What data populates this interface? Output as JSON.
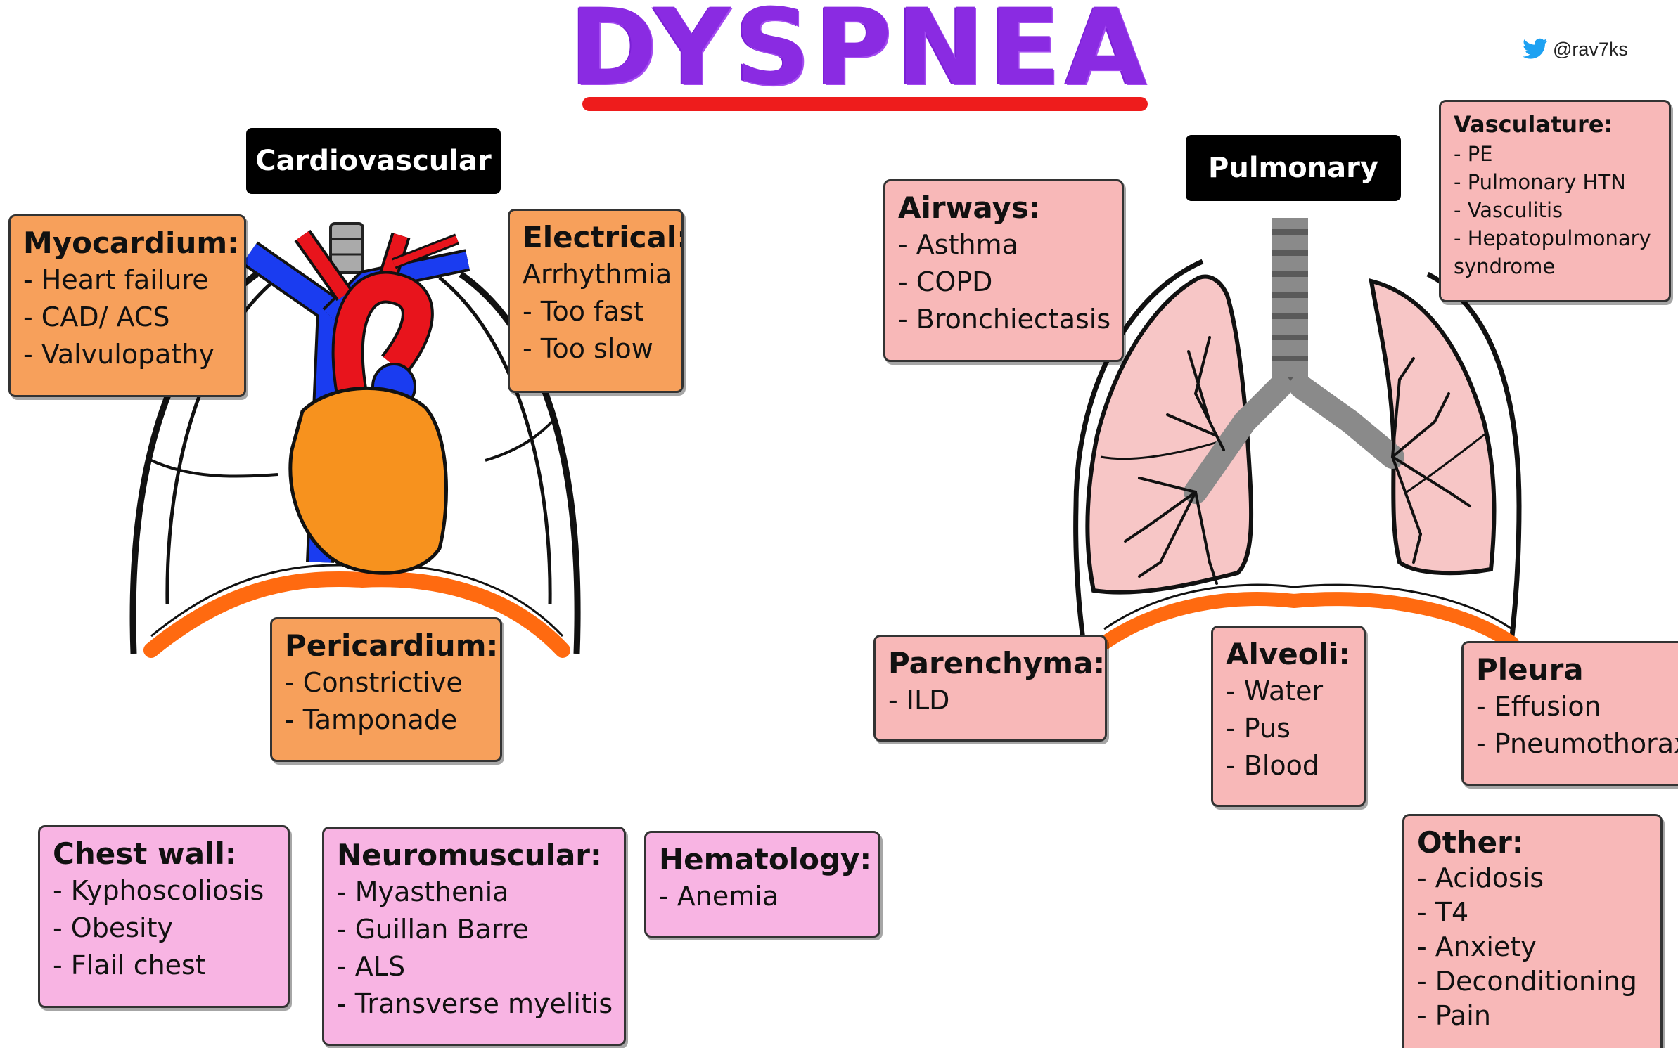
{
  "title": "DYSPNEA",
  "twitter": {
    "icon": "bird-icon",
    "handle": "@rav7ks"
  },
  "section_labels": {
    "cardiovascular": "Cardiovascular",
    "pulmonary": "Pulmonary"
  },
  "boxes": {
    "myocardium": {
      "title": "Myocardium",
      "items": [
        "Heart failure",
        "CAD/ ACS",
        "Valvulopathy"
      ]
    },
    "electrical": {
      "title": "Electrical",
      "subtitle": "Arrhythmia",
      "items": [
        "Too fast",
        "Too slow"
      ]
    },
    "pericardium": {
      "title": "Pericardium",
      "items": [
        "Constrictive",
        "Tamponade"
      ]
    },
    "airways": {
      "title": "Airways",
      "items": [
        "Asthma",
        "COPD",
        "Bronchiectasis"
      ]
    },
    "vasculature": {
      "title": "Vasculature",
      "items": [
        "PE",
        "Pulmonary HTN",
        "Vasculitis",
        "Hepatopulmonary syndrome"
      ]
    },
    "parenchyma": {
      "title": "Parenchyma",
      "items": [
        "ILD"
      ]
    },
    "alveoli": {
      "title": "Alveoli",
      "items": [
        "Water",
        "Pus",
        "Blood"
      ]
    },
    "pleura": {
      "title": "Pleura",
      "items": [
        "Effusion",
        "Pneumothorax"
      ]
    },
    "chest_wall": {
      "title": "Chest wall",
      "items": [
        "Kyphoscoliosis",
        "Obesity",
        "Flail chest"
      ]
    },
    "neuromuscular": {
      "title": "Neuromuscular",
      "items": [
        "Myasthenia",
        "Guillan Barre",
        "ALS",
        "Transverse myelitis"
      ]
    },
    "hematology": {
      "title": "Hematology",
      "items": [
        "Anemia"
      ]
    },
    "other": {
      "title": "Other:",
      "items": [
        "Acidosis",
        "T4",
        "Anxiety",
        "Deconditioning",
        "Pain"
      ]
    }
  },
  "colors": {
    "title": "#8a2be2",
    "underline": "#ee1c1c",
    "cardio_box": "#f7a05b",
    "pulmonary_box": "#f8b8b8",
    "other_box": "#f8b4e3",
    "artery": "#e8141c",
    "vein": "#1a3cf0",
    "heart": "#f7921e",
    "diaphragm": "#ff6a10",
    "lung": "#f7c6c6",
    "trachea": "#8a8a8a",
    "twitter": "#1da1f2"
  }
}
